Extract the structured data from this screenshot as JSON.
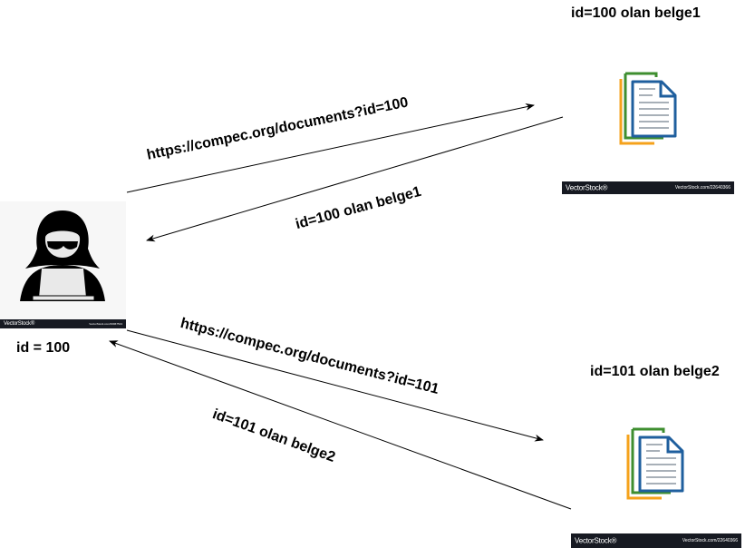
{
  "attacker": {
    "id_label": "id = 100",
    "banner_brand": "VectorStock®",
    "banner_code": "VectorStock.com/33967513"
  },
  "doc1": {
    "title": "id=100 olan belge1",
    "banner_brand": "VectorStock®",
    "banner_code": "VectorStock.com/22640366"
  },
  "doc2": {
    "title": "id=101 olan belge2",
    "banner_brand": "VectorStock®",
    "banner_code": "VectorStock.com/22640366"
  },
  "arrows": {
    "request1": "https://compec.org/documents?id=100",
    "response1": "id=100 olan belge1",
    "request2": "https://compec.org/documents?id=101",
    "response2": "id=101 olan belge2"
  },
  "colors": {
    "doc_orange": "#f5a21b",
    "doc_green": "#3e8e2f",
    "doc_blue": "#1f5f9e",
    "banner": "#171a22"
  }
}
